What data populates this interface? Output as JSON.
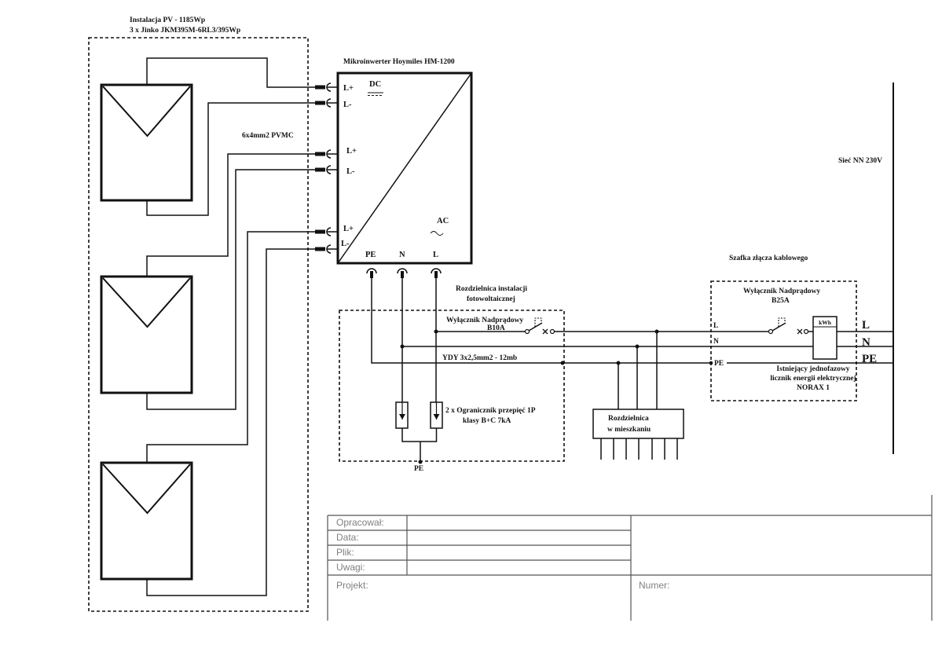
{
  "pv_array": {
    "title": "Instalacja PV - 1185Wp",
    "modules": "3 x Jinko JKM395M-6RL3/395Wp"
  },
  "cable_label": "6x4mm2 PVMC",
  "inverter": {
    "title": "Mikroinwerter Hoymiles HM-1200",
    "dc": "DC",
    "ac": "AC",
    "inputs": [
      "L+",
      "L-",
      "L+",
      "L-",
      "L+",
      "L-"
    ],
    "outputs": [
      "PE",
      "N",
      "L"
    ]
  },
  "pv_switchboard": {
    "title_line1": "Rozdzielnica instalacji",
    "title_line2": "fotowoltaicznej",
    "breaker_line1": "Wyłącznik Nadprądowy",
    "breaker_line2": "B10A",
    "cable": "YDY 3x2,5mm2 - 12mb",
    "spd_line1": "2 x Ogranicznik przepięć 1P",
    "spd_line2": "klasy B+C 7kA",
    "pe": "PE"
  },
  "apartment_board": {
    "line1": "Rozdzielnica",
    "line2": "w mieszkaniu"
  },
  "cable_cabinet": {
    "title": "Szafka złącza kablowego",
    "breaker_line1": "Wyłącznik Nadprądowy",
    "breaker_line2": "B25A",
    "meter": "kWh",
    "terminals": [
      "L",
      "N",
      "PE"
    ],
    "meter_line1": "Istniejący jednofazowy",
    "meter_line2": "licznik energii elektrycznej",
    "meter_line3": "NORAX 1"
  },
  "grid": {
    "title": "Sieć NN 230V",
    "phases": [
      "L",
      "N",
      "PE"
    ]
  },
  "title_block": {
    "labels": [
      "Opracował:",
      "Data:",
      "Plik:",
      "Uwagi:"
    ],
    "project": "Projekt:",
    "number": "Numer:"
  }
}
